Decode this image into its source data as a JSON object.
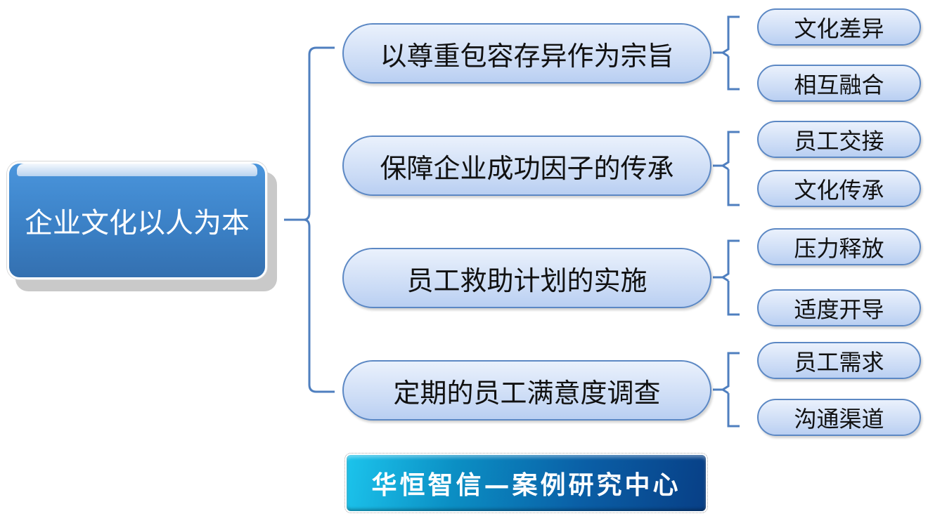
{
  "root": {
    "label": "企业文化以人为本"
  },
  "branches": [
    {
      "label": "以尊重包容存异作为宗旨",
      "children": [
        "文化差异",
        "相互融合"
      ]
    },
    {
      "label": "保障企业成功因子的传承",
      "children": [
        "员工交接",
        "文化传承"
      ]
    },
    {
      "label": "员工救助计划的实施",
      "children": [
        "压力释放",
        "适度开导"
      ]
    },
    {
      "label": "定期的员工满意度调查",
      "children": [
        "员工需求",
        "沟通渠道"
      ]
    }
  ],
  "footer": {
    "label": "华恒智信—案例研究中心"
  },
  "colors": {
    "root": "#3a7fc4",
    "line": "#5c88c4",
    "pill": "#c9daf5"
  }
}
